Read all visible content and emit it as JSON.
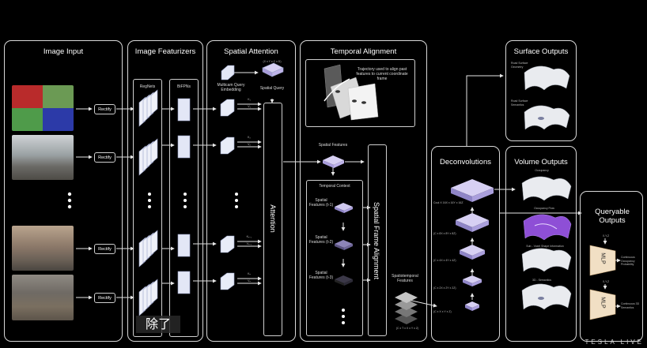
{
  "panels": {
    "image_input": "Image Input",
    "image_featurizers": "Image Featurizers",
    "spatial_attention": "Spatial Attention",
    "temporal_alignment": "Temporal Alignment",
    "surface_outputs": "Surface Outputs",
    "deconvolutions": "Deconvolutions",
    "volume_outputs": "Volume Outputs",
    "queryable_outputs": "Queryable Outputs"
  },
  "rectify_label": "Rectify",
  "featurizers": {
    "regnets": "RegNets",
    "bifpns": "BiFPNs"
  },
  "attention": {
    "multicam_query": "Multicam Query Embedding",
    "spatial_query": "Spatial Query",
    "query_dims": "(X x Y x C x D)",
    "attention_label": "Attention",
    "kv": [
      [
        "K₁",
        "V₁"
      ],
      [
        "K₂",
        "V₂"
      ],
      [
        "Kₙ₋₁",
        "Vₙ₋₁"
      ],
      [
        "Kₙ",
        "Vₙ"
      ]
    ]
  },
  "temporal": {
    "trajectory_note": "Trajectory used to align past features to current coordinate frame",
    "spatial_features": "Spatial Features",
    "temporal_context": "Temporal Context",
    "context_items": [
      "Spatial Features (t-1)",
      "Spatial Features (t-2)",
      "Spatial Features (t-3)"
    ],
    "spatial_frame_alignment": "Spatial Frame Alignment",
    "spatiotemporal_features": "Spatiotemporal Features",
    "st_dims": "(C x T x X x Y x Z)"
  },
  "surface": {
    "items": [
      "Road Surface Geometry",
      "Road Surface Semantics"
    ]
  },
  "deconv": {
    "dims": [
      "Cout X 16X x 16Y x 16Z",
      "(C x 8X x 8Y x 8Z)",
      "(C x 4X x 4Y x 4Z)",
      "(C x 2X x 2Y x 2Z)",
      "(C x X x Y x Z)"
    ]
  },
  "volume": {
    "items": [
      "Occupancy",
      "Occupancy Flow",
      "Sub - Voxel Shape Information",
      "3D - Semantics"
    ]
  },
  "queryable": {
    "mlp": "MLP",
    "inputs": [
      "X,Y,Z",
      "X,Y,Z"
    ],
    "outputs": [
      "Continuous Occupancy Probability",
      "Continuous 3D Semantics"
    ]
  },
  "overlay_caption": "除了",
  "watermark": "TESLA LIVE",
  "colors": {
    "background": "#000000",
    "cube_face": "#c8c2f0",
    "accent_violet": "#9b79e0",
    "mlp_fill": "#f1dfc4"
  }
}
